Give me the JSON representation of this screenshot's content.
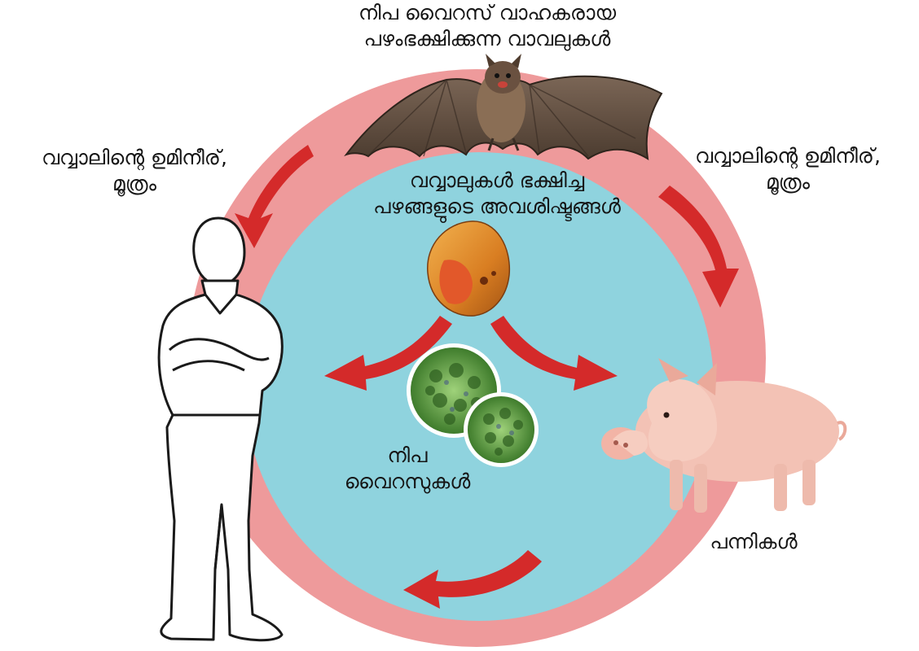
{
  "labels": {
    "bat_title": [
      "നിപ വൈറസ് വാഹകരായ",
      "പഴംഭക്ഷിക്കുന്ന വാവലുകൾ"
    ],
    "left_transmission": [
      "വവ്വാലിന്റെ ഉമിനീര്,",
      "മൂത്രം"
    ],
    "right_transmission": [
      "വവ്വാലിന്റെ ഉമിനീര്,",
      "മൂത്രം"
    ],
    "fruit_remains": [
      "വവ്വാലുകൾ ഭക്ഷിച്ച",
      "പഴങ്ങളുടെ അവശിഷ്ടങ്ങൾ"
    ],
    "viruses": [
      "നിപ",
      "വൈറസുകൾ"
    ],
    "pigs": "പന്നികൾ"
  },
  "colors": {
    "outer_ring": "#ee9a9b",
    "inner_circle": "#8fd3de",
    "arrow": "#d42a2a",
    "virus_green": "#5cad3c",
    "pig_pink": "#f3c2b5",
    "bat_brown": "#6e5a48"
  },
  "icons": [
    "bat-icon",
    "fruit-icon",
    "virus-icon",
    "pig-icon",
    "human-outline-icon",
    "arrow-icon"
  ]
}
